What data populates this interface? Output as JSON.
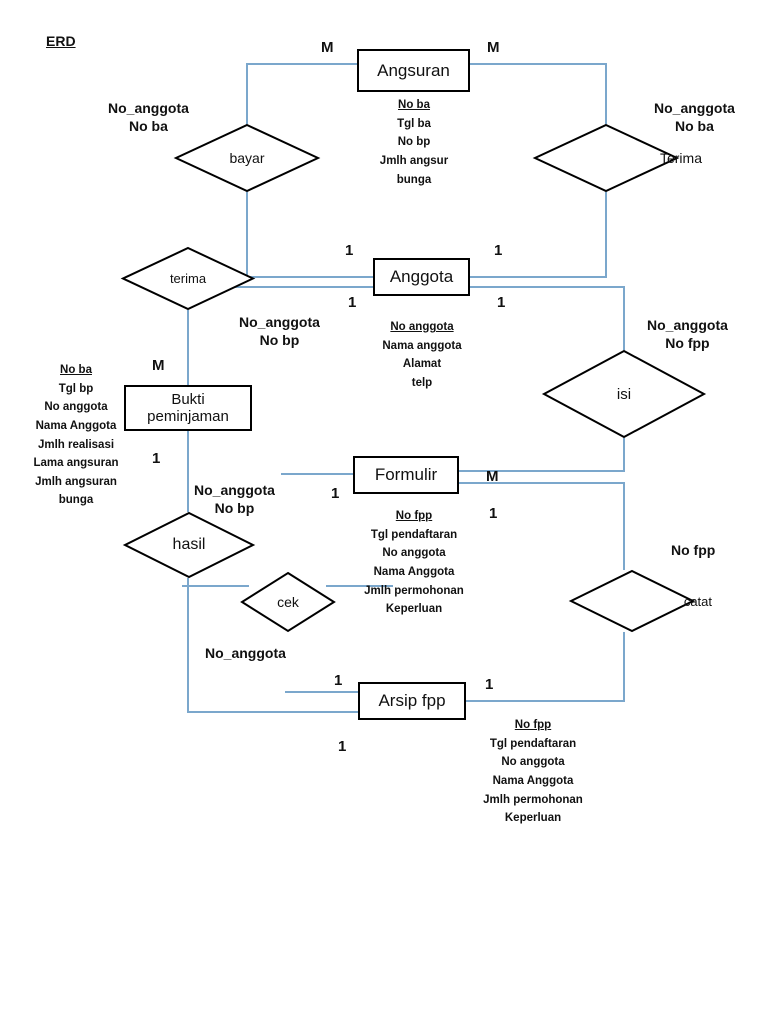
{
  "title": "ERD",
  "colors": {
    "line": "#7BA7CC",
    "shape_border": "#000000",
    "text": "#111111",
    "background": "#FFFFFF"
  },
  "entities": [
    {
      "id": "angsuran",
      "name": "Angsuran",
      "attributes": [
        "No ba",
        "Tgl ba",
        "No bp",
        "Jmlh angsur",
        "bunga"
      ],
      "pk": "No ba"
    },
    {
      "id": "anggota",
      "name": "Anggota",
      "attributes": [
        "No  anggota",
        "Nama anggota",
        "Alamat",
        "telp"
      ],
      "pk": "No  anggota"
    },
    {
      "id": "bukti_peminjaman",
      "name": "Bukti peminjaman",
      "name_line1": "Bukti",
      "name_line2": "peminjaman",
      "attributes": [
        "No ba",
        "Tgl bp",
        "No anggota",
        "Nama Anggota",
        "Jmlh realisasi",
        "Lama angsuran",
        "Jmlh angsuran",
        "bunga"
      ],
      "pk": "No ba"
    },
    {
      "id": "formulir",
      "name": "Formulir",
      "attributes": [
        "No  fpp",
        "Tgl pendaftaran",
        "No anggota",
        "Nama Anggota",
        "Jmlh permohonan",
        "Keperluan"
      ],
      "pk": "No  fpp"
    },
    {
      "id": "arsip_fpp",
      "name": "Arsip fpp",
      "attributes": [
        "No  fpp",
        "Tgl pendaftaran",
        "No anggota",
        "Nama Anggota",
        "Jmlh permohonan",
        "Keperluan"
      ],
      "pk": "No  fpp"
    }
  ],
  "relationships": [
    {
      "id": "bayar",
      "label": "bayar"
    },
    {
      "id": "terima_upper",
      "label": "Terima"
    },
    {
      "id": "terima_lower",
      "label": "terima"
    },
    {
      "id": "isi",
      "label": "isi"
    },
    {
      "id": "hasil",
      "label": "hasil"
    },
    {
      "id": "cek",
      "label": "cek"
    },
    {
      "id": "catat",
      "label": "catat"
    }
  ],
  "relationship_attributes": [
    {
      "id": "bayar_attrs",
      "line1": "No_anggota",
      "line2": "No ba"
    },
    {
      "id": "terima_attrs",
      "line1": "No_anggota",
      "line2": "No ba"
    },
    {
      "id": "terima2_attrs",
      "line1": "No_anggota",
      "line2": "No bp"
    },
    {
      "id": "isi_attrs",
      "line1": "No_anggota",
      "line2": "No fpp"
    },
    {
      "id": "hasil_attrs",
      "line1": "No_anggota",
      "line2": "No bp"
    },
    {
      "id": "cek_attrs",
      "line1": "No_anggota",
      "line2": ""
    },
    {
      "id": "catat_attrs",
      "line1": "No fpp",
      "line2": ""
    }
  ],
  "cardinalities": [
    {
      "id": "c-angsuran-left",
      "value": "M"
    },
    {
      "id": "c-angsuran-right",
      "value": "M"
    },
    {
      "id": "c-anggota-tl",
      "value": "1"
    },
    {
      "id": "c-anggota-tr",
      "value": "1"
    },
    {
      "id": "c-anggota-bl",
      "value": "1"
    },
    {
      "id": "c-anggota-br",
      "value": "1"
    },
    {
      "id": "c-bukti-top",
      "value": "M"
    },
    {
      "id": "c-bukti-bottom",
      "value": "1"
    },
    {
      "id": "c-formulir-right",
      "value": "M"
    },
    {
      "id": "c-formulir-left",
      "value": "1"
    },
    {
      "id": "c-formulir-br",
      "value": "1"
    },
    {
      "id": "c-arsip-tl",
      "value": "1"
    },
    {
      "id": "c-arsip-tr",
      "value": "1"
    },
    {
      "id": "c-arsip-bl",
      "value": "1"
    }
  ]
}
